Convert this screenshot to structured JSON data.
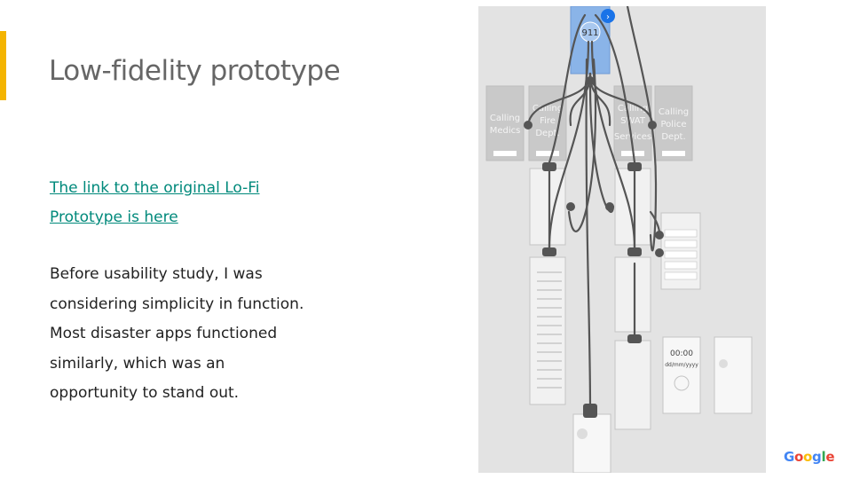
{
  "slide": {
    "title": "Low-fidelity prototype",
    "link_line1": "The link to the original Lo-Fi",
    "link_line2": "Prototype is here",
    "body_lines": [
      "Before usability study, I was",
      "considering simplicity in function.",
      "Most disaster apps functioned",
      "similarly, which was an",
      "opportunity to stand out."
    ]
  },
  "prototype": {
    "home_number": "911",
    "screens": [
      {
        "label_l1": "Calling",
        "label_l2": "Medics",
        "label_l3": ""
      },
      {
        "label_l1": "Calling",
        "label_l2": "Fire",
        "label_l3": "Dept."
      },
      {
        "label_l1": "Calling",
        "label_l2": "SWAT",
        "label_l3": "Services"
      },
      {
        "label_l1": "Calling",
        "label_l2": "Police",
        "label_l3": "Dept."
      }
    ],
    "timer": "00:00",
    "date": "dd/mm/yyyy"
  },
  "colors": {
    "accent": "#f4b400",
    "link": "#00897b",
    "connector": "#555555",
    "home_screen": "#8ab4e8"
  },
  "logo": {
    "letters": [
      "G",
      "o",
      "o",
      "g",
      "l",
      "e"
    ],
    "colors": [
      "#4285f4",
      "#ea4335",
      "#fbbc05",
      "#4285f4",
      "#34a853",
      "#ea4335"
    ]
  }
}
